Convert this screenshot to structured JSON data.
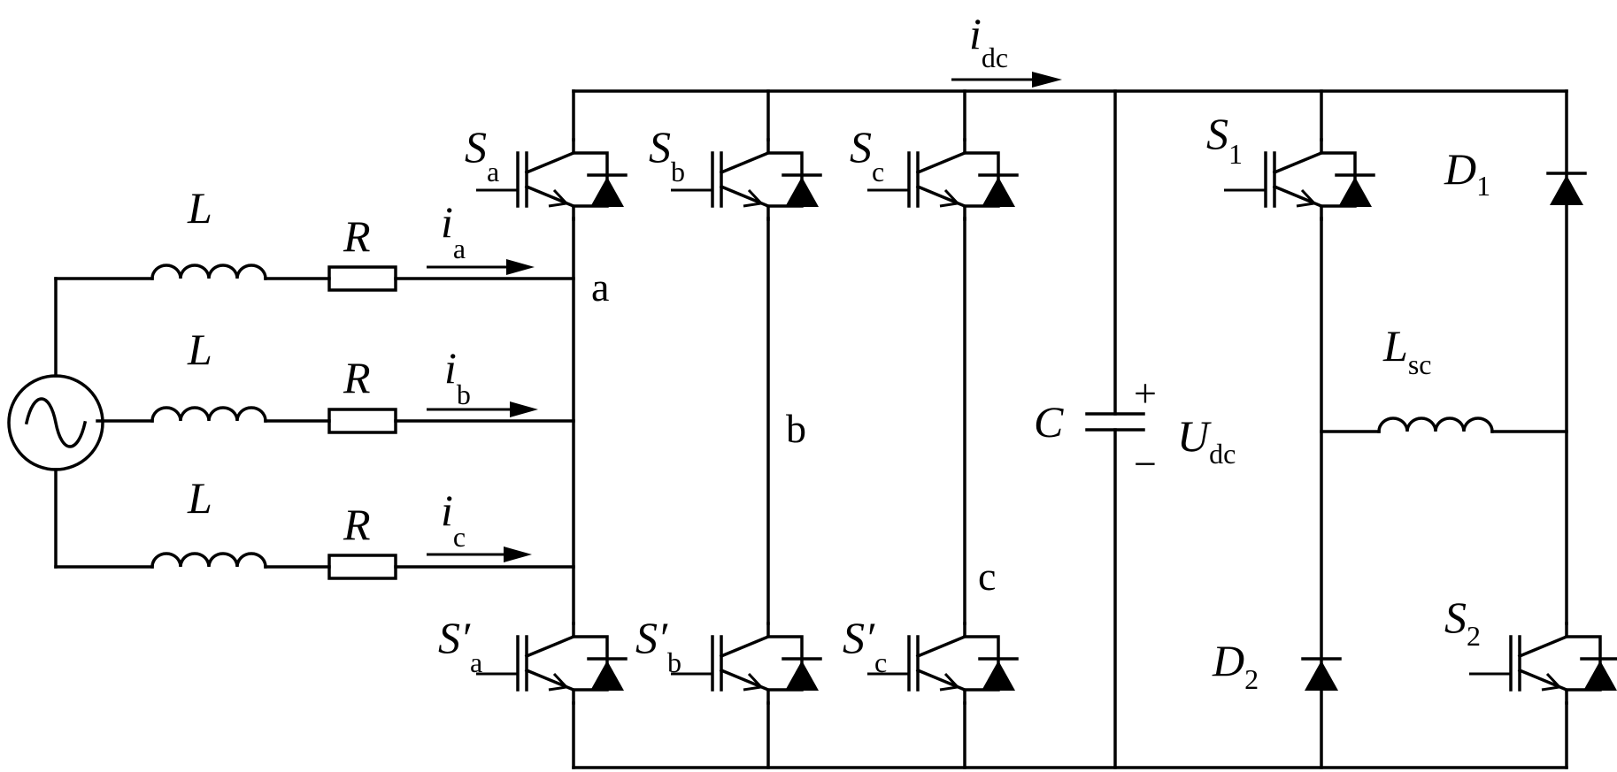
{
  "figure": {
    "source": {
      "name": "ac-source"
    },
    "phases": [
      {
        "inductor": "L",
        "resistor": "R",
        "current": "i",
        "current_sub": "a",
        "node": "a"
      },
      {
        "inductor": "L",
        "resistor": "R",
        "current": "i",
        "current_sub": "b",
        "node": "b"
      },
      {
        "inductor": "L",
        "resistor": "R",
        "current": "i",
        "current_sub": "c",
        "node": "c"
      }
    ],
    "switches_upper": [
      {
        "label": "S",
        "sub": "a"
      },
      {
        "label": "S",
        "sub": "b"
      },
      {
        "label": "S",
        "sub": "c"
      }
    ],
    "switches_lower": [
      {
        "label": "S′",
        "sub": "a"
      },
      {
        "label": "S′",
        "sub": "b"
      },
      {
        "label": "S′",
        "sub": "c"
      }
    ],
    "dc_current": {
      "label": "i",
      "sub": "dc"
    },
    "capacitor": {
      "label": "C"
    },
    "dc_voltage": {
      "label": "U",
      "sub": "dc",
      "plus": "+",
      "minus": "−"
    },
    "chopper": {
      "s1": {
        "label": "S",
        "sub": "1"
      },
      "s2": {
        "label": "S",
        "sub": "2"
      },
      "d1": {
        "label": "D",
        "sub": "1"
      },
      "d2": {
        "label": "D",
        "sub": "2"
      },
      "inductor": {
        "label": "L",
        "sub": "sc"
      }
    }
  }
}
